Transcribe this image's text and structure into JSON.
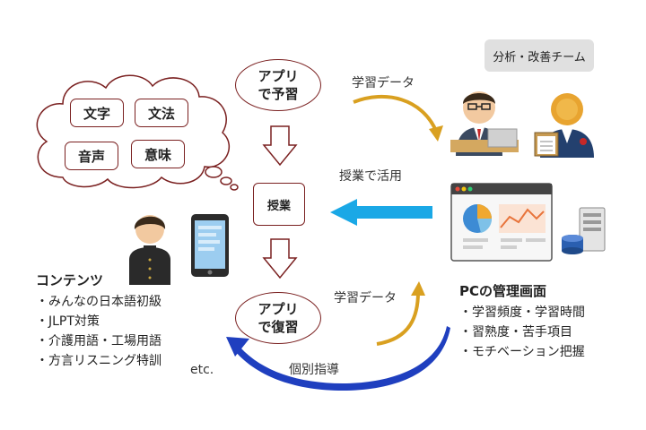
{
  "cloud": {
    "items": [
      "文字",
      "文法",
      "音声",
      "意味"
    ]
  },
  "flow": {
    "preview": [
      "アプリ",
      "で予習"
    ],
    "lesson": "授業",
    "review": [
      "アプリ",
      "で復習"
    ]
  },
  "arrows": {
    "data_top": "学習データ",
    "use_in_class": "授業で活用",
    "data_bottom": "学習データ",
    "individual_guidance": "個別指導"
  },
  "team": {
    "label": "分析・改善チーム"
  },
  "contents": {
    "title": "コンテンツ",
    "items": [
      "・みんなの日本語初級",
      "・JLPT対策",
      "・介護用語・工場用語",
      "・方言リスニング特訓"
    ],
    "etc": "etc."
  },
  "pc": {
    "title": "PCの管理画面",
    "items": [
      "・学習頻度・学習時間",
      "・習熟度・苦手項目",
      "・モチベーション把握"
    ]
  },
  "colors": {
    "box_border": "#7a2020",
    "blue_arrow": "#1aa8e6",
    "navy_arrow": "#1f3fbf",
    "orange_arrow": "#d9a020"
  },
  "icons": [
    "thought-cloud-icon",
    "student-icon",
    "smartphone-icon",
    "teacher-at-laptop-icon",
    "manager-with-clipboard-icon",
    "dashboard-window-icon",
    "server-database-icon"
  ]
}
